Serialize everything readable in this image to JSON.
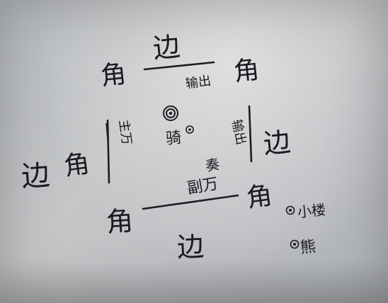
{
  "edges": {
    "top": "边",
    "left": "边",
    "right": "边",
    "bottom": "边"
  },
  "corners": {
    "top_left": "角",
    "top_right": "角",
    "left_inner": "角",
    "bottom_left": "角",
    "bottom_right": "角"
  },
  "positions": {
    "top_output": "输出",
    "right_output": "输出",
    "left_main": "主万",
    "bottom_assist": "副万",
    "bottom_assist_mark": "奏"
  },
  "center": {
    "rider": "骑"
  },
  "legend": {
    "item1": "小楼",
    "item2": "熊"
  }
}
